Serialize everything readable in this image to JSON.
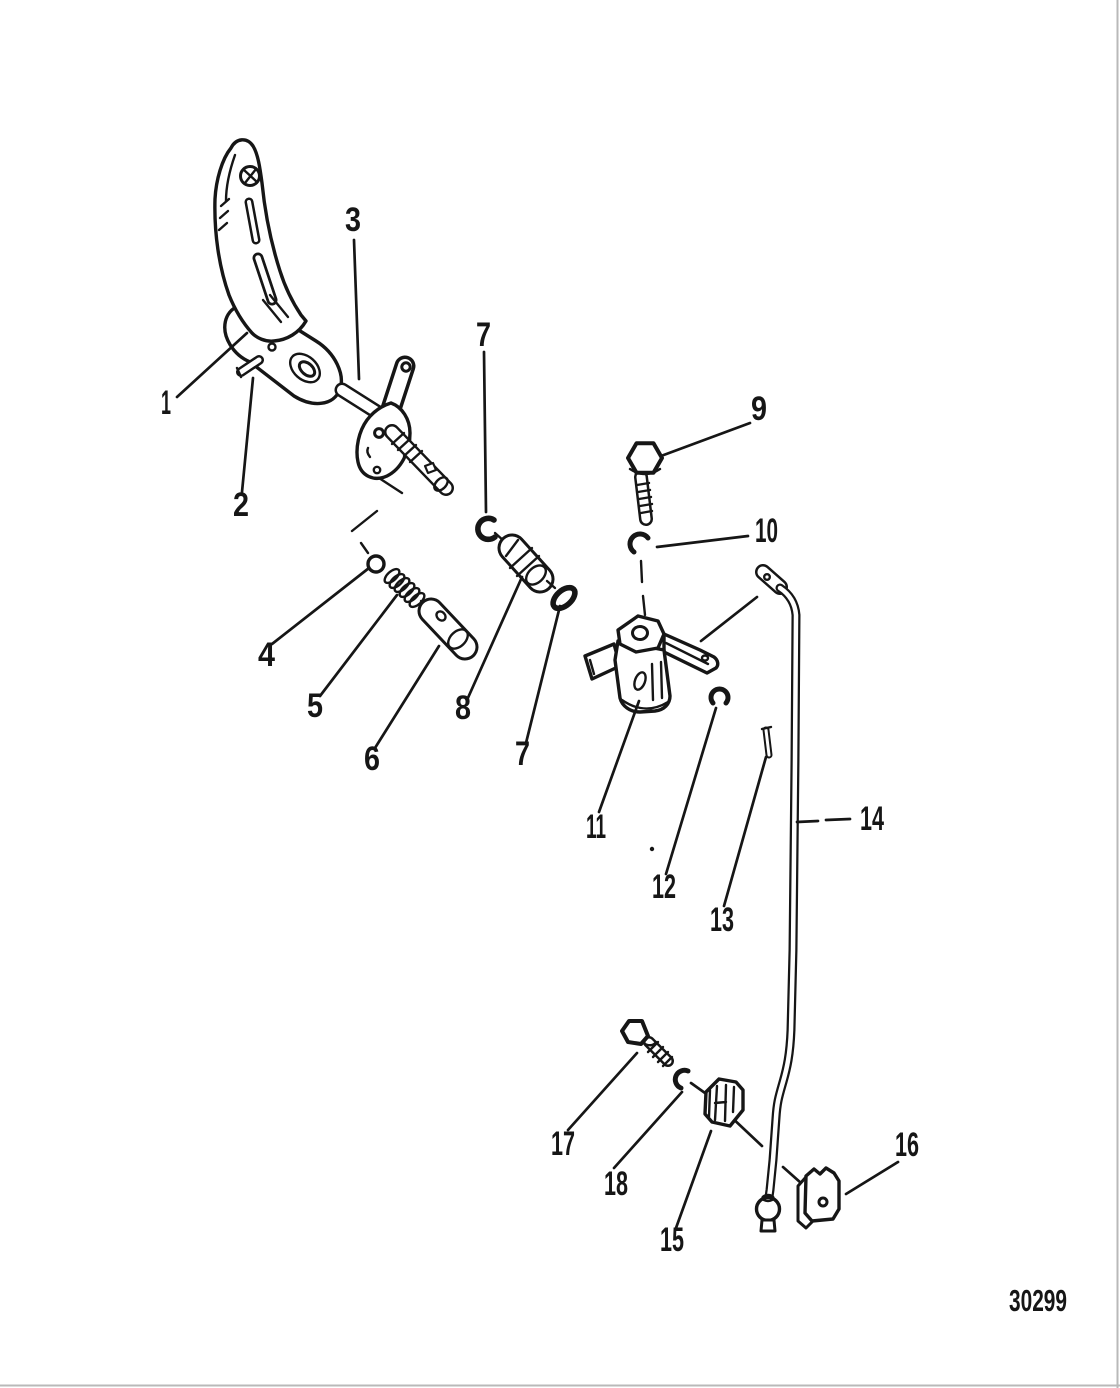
{
  "document": {
    "kind": "exploded-parts-line-diagram",
    "drawing_number": "30299"
  },
  "colors": {
    "ink": "#161616",
    "paper": "#ffffff",
    "scan_edge": "#b9b9b9"
  },
  "callouts": [
    "1",
    "2",
    "3",
    "4",
    "5",
    "6",
    "7",
    "7",
    "8",
    "9",
    "10",
    "11",
    "12",
    "13",
    "14",
    "15",
    "16",
    "17",
    "18"
  ]
}
